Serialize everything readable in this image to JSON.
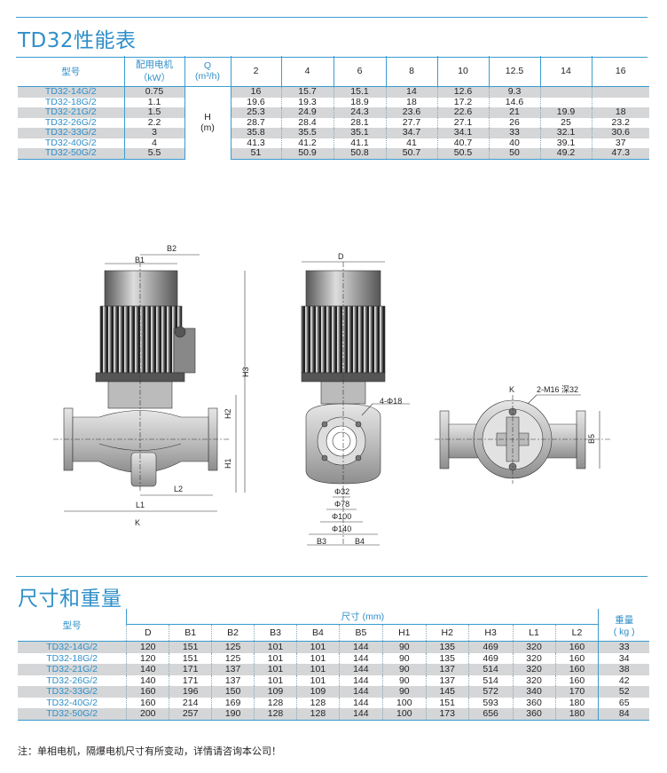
{
  "performance": {
    "title": "TD32性能表",
    "header": {
      "model": "型号",
      "motor": "配用电机",
      "motor_unit": "（kW）",
      "q": "Q",
      "q_unit": "(m³/h)",
      "flows": [
        "2",
        "4",
        "6",
        "8",
        "10",
        "12.5",
        "14",
        "16"
      ]
    },
    "h_label": "H",
    "h_unit": "(m)",
    "rows": [
      {
        "model": "TD32-14G/2",
        "kw": "0.75",
        "h": [
          "16",
          "15.7",
          "15.1",
          "14",
          "12.6",
          "9.3",
          "",
          ""
        ]
      },
      {
        "model": "TD32-18G/2",
        "kw": "1.1",
        "h": [
          "19.6",
          "19.3",
          "18.9",
          "18",
          "17.2",
          "14.6",
          "",
          ""
        ]
      },
      {
        "model": "TD32-21G/2",
        "kw": "1.5",
        "h": [
          "25.3",
          "24.9",
          "24.3",
          "23.6",
          "22.6",
          "21",
          "19.9",
          "18"
        ]
      },
      {
        "model": "TD32-26G/2",
        "kw": "2.2",
        "h": [
          "28.7",
          "28.4",
          "28.1",
          "27.7",
          "27.1",
          "26",
          "25",
          "23.2"
        ]
      },
      {
        "model": "TD32-33G/2",
        "kw": "3",
        "h": [
          "35.8",
          "35.5",
          "35.1",
          "34.7",
          "34.1",
          "33",
          "32.1",
          "30.6"
        ]
      },
      {
        "model": "TD32-40G/2",
        "kw": "4",
        "h": [
          "41.3",
          "41.2",
          "41.1",
          "41",
          "40.7",
          "40",
          "39.1",
          "37"
        ]
      },
      {
        "model": "TD32-50G/2",
        "kw": "5.5",
        "h": [
          "51",
          "50.9",
          "50.8",
          "50.7",
          "50.5",
          "50",
          "49.2",
          "47.3"
        ]
      }
    ]
  },
  "drawing": {
    "front": {
      "b2": "B2",
      "b1": "B1",
      "h3": "H3",
      "h2": "H2",
      "h1": "H1",
      "l2": "L2",
      "l1": "L1",
      "k": "K"
    },
    "side": {
      "d": "D",
      "hole": "4-Φ18",
      "d32": "Φ32",
      "d78": "Φ78",
      "d100": "Φ100",
      "d140": "Φ140",
      "b3": "B3",
      "b4": "B4"
    },
    "top": {
      "k": "K",
      "thread": "2-M16 深32",
      "b5": "B5"
    }
  },
  "dimensions": {
    "title": "尺寸和重量",
    "model_header": "型号",
    "size_header": "尺寸 (mm)",
    "weight_header": "重量",
    "weight_unit": "( kg )",
    "cols": [
      "D",
      "B1",
      "B2",
      "B3",
      "B4",
      "B5",
      "H1",
      "H2",
      "H3",
      "L1",
      "L2"
    ],
    "rows": [
      {
        "model": "TD32-14G/2",
        "v": [
          "120",
          "151",
          "125",
          "101",
          "101",
          "144",
          "90",
          "135",
          "469",
          "320",
          "160"
        ],
        "kg": "33"
      },
      {
        "model": "TD32-18G/2",
        "v": [
          "120",
          "151",
          "125",
          "101",
          "101",
          "144",
          "90",
          "135",
          "469",
          "320",
          "160"
        ],
        "kg": "34"
      },
      {
        "model": "TD32-21G/2",
        "v": [
          "140",
          "171",
          "137",
          "101",
          "101",
          "144",
          "90",
          "137",
          "514",
          "320",
          "160"
        ],
        "kg": "38"
      },
      {
        "model": "TD32-26G/2",
        "v": [
          "140",
          "171",
          "137",
          "101",
          "101",
          "144",
          "90",
          "137",
          "514",
          "320",
          "160"
        ],
        "kg": "42"
      },
      {
        "model": "TD32-33G/2",
        "v": [
          "160",
          "196",
          "150",
          "109",
          "109",
          "144",
          "90",
          "145",
          "572",
          "340",
          "170"
        ],
        "kg": "52"
      },
      {
        "model": "TD32-40G/2",
        "v": [
          "160",
          "214",
          "169",
          "128",
          "128",
          "144",
          "100",
          "151",
          "593",
          "360",
          "180"
        ],
        "kg": "65"
      },
      {
        "model": "TD32-50G/2",
        "v": [
          "200",
          "257",
          "190",
          "128",
          "128",
          "144",
          "100",
          "173",
          "656",
          "360",
          "180"
        ],
        "kg": "84"
      }
    ]
  },
  "note": "注：单相电机，隔爆电机尺寸有所变动，详情请咨询本公司！"
}
